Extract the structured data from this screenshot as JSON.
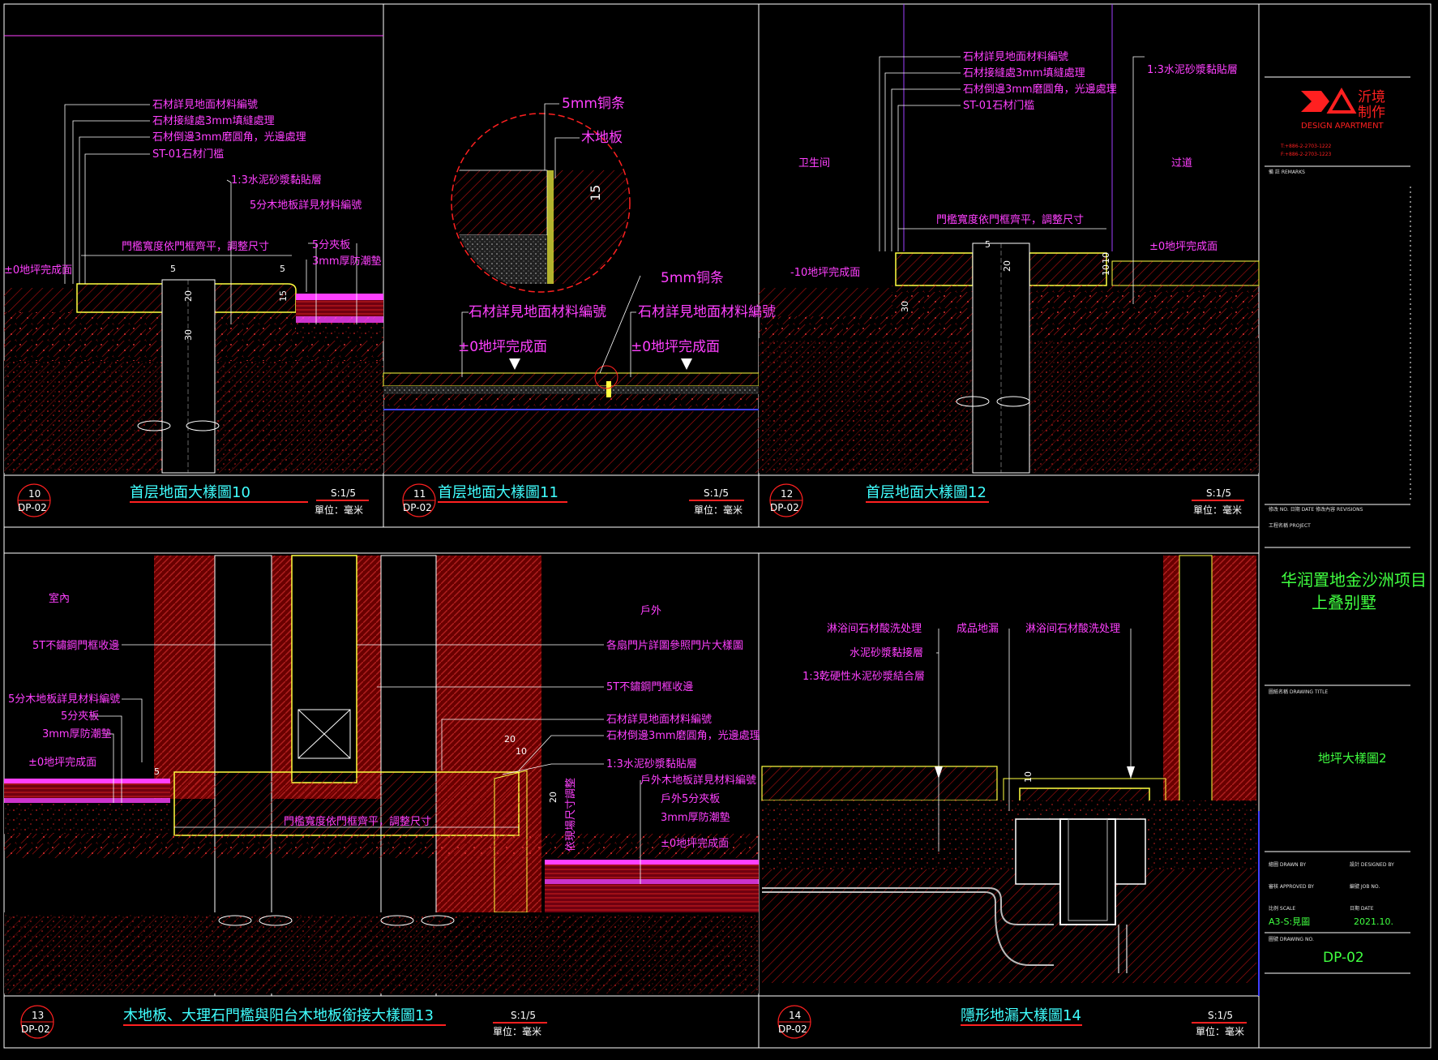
{
  "panels": [
    {
      "id": "10",
      "ref": "DP-02",
      "title": "首层地面大樣圖10",
      "scale": "S:1/5",
      "unit": "單位：毫米",
      "callouts": [
        "石材詳見地面材料編號",
        "石材接縫處3mm填縫處理",
        "石材倒邊3mm磨圓角，光邊處理",
        "ST-01石材门槛",
        "1:3水泥砂漿黏貼層",
        "5分木地板詳見材料編號",
        "5分夾板",
        "3mm厚防潮墊",
        "±0地坪完成面",
        "門檻寬度依門框齊平，調整尺寸"
      ],
      "dims": [
        "5",
        "5",
        "20",
        "15",
        "30"
      ]
    },
    {
      "id": "11",
      "ref": "DP-02",
      "title": "首层地面大樣圖11",
      "scale": "S:1/5",
      "unit": "單位：毫米",
      "callouts": [
        "5mm铜条",
        "木地板",
        "5mm铜条",
        "石材詳見地面材料編號",
        "石材詳見地面材料編號",
        "±0地坪完成面",
        "±0地坪完成面"
      ],
      "dims": [
        "15"
      ]
    },
    {
      "id": "12",
      "ref": "DP-02",
      "title": "首层地面大樣圖12",
      "scale": "S:1/5",
      "unit": "單位：毫米",
      "callouts": [
        "石材詳見地面材料編號",
        "石材接縫處3mm填縫處理",
        "石材倒邊3mm磨圓角，光邊處理",
        "ST-01石材门槛",
        "1:3水泥砂漿黏貼層",
        "卫生间",
        "过道",
        "門檻寬度依門框齊平，調整尺寸",
        "-10地坪完成面",
        "±0地坪完成面"
      ],
      "dims": [
        "5",
        "20",
        "30",
        "10",
        "10"
      ]
    },
    {
      "id": "13",
      "ref": "DP-02",
      "title": "木地板、大理石門檻與阳台木地板銜接大樣圖13",
      "scale": "S:1/5",
      "unit": "單位：毫米",
      "callouts": [
        "室內",
        "戶外",
        "5T不鏽鋼門框收邊",
        "各扇門片詳圖參照門片大樣圖",
        "5T不鏽鋼門框收邊",
        "5分木地板詳見材料編號",
        "5分夾板",
        "3mm厚防潮墊",
        "±0地坪完成面",
        "石材詳見地面材料編號",
        "石材倒邊3mm磨圓角，光邊處理",
        "1:3水泥砂漿黏貼層",
        "戶外木地板詳見材料編號",
        "戶外5分夾板",
        "3mm厚防潮墊",
        "±0地坪完成面",
        "門檻寬度依門框齊平，調整尺寸",
        "依現場尺寸調整"
      ],
      "dims": [
        "20",
        "10",
        "5",
        "20"
      ]
    },
    {
      "id": "14",
      "ref": "DP-02",
      "title": "隱形地漏大樣圖14",
      "scale": "S:1/5",
      "unit": "單位：毫米",
      "callouts": [
        "淋浴间石材酸洗处理",
        "成品地漏",
        "淋浴间石材酸洗处理",
        "水泥砂漿黏接層",
        "1:3乾硬性水泥砂漿結合層"
      ],
      "dims": [
        "10"
      ]
    }
  ],
  "title_block": {
    "logo_cn_1": "沂境",
    "logo_cn_2": "制作",
    "logo_en": "DESIGN APARTMENT",
    "tel1": "T:+886-2-2703-1222",
    "tel2": "F:+886-2-2703-1223",
    "remarks": "備 註 REMARKS",
    "project_cn_1": "华润置地金沙洲项目",
    "project_cn_2": "上叠别墅",
    "drawing_title_label": "圖紙名稱 DRAWING TITLE",
    "drawing_title": "地坪大樣圖2",
    "scale_label": "比例 SCALE",
    "scale_value": "A3-S:見圖",
    "date_label": "日期 DATE",
    "date_value": "2021.10.",
    "number_label": "圖號 DRAWING NO.",
    "drawing_no": "DP-02",
    "drawn_label": "繪圖 DRAWN BY",
    "design_label": "設計 DESIGNED BY",
    "approved_label": "審核 APPROVED BY",
    "job_label": "編號 JOB NO.",
    "rev_label": "修改 NO.  日期 DATE   修改內容 REVISIONS",
    "proj_label": "工程名稱 PROJECT"
  },
  "colors": {
    "magenta": "#ff40ff",
    "cyan": "#40ffff",
    "red": "#c81818",
    "yellow": "#ffff40",
    "green": "#40ff40",
    "white": "#ffffff"
  }
}
